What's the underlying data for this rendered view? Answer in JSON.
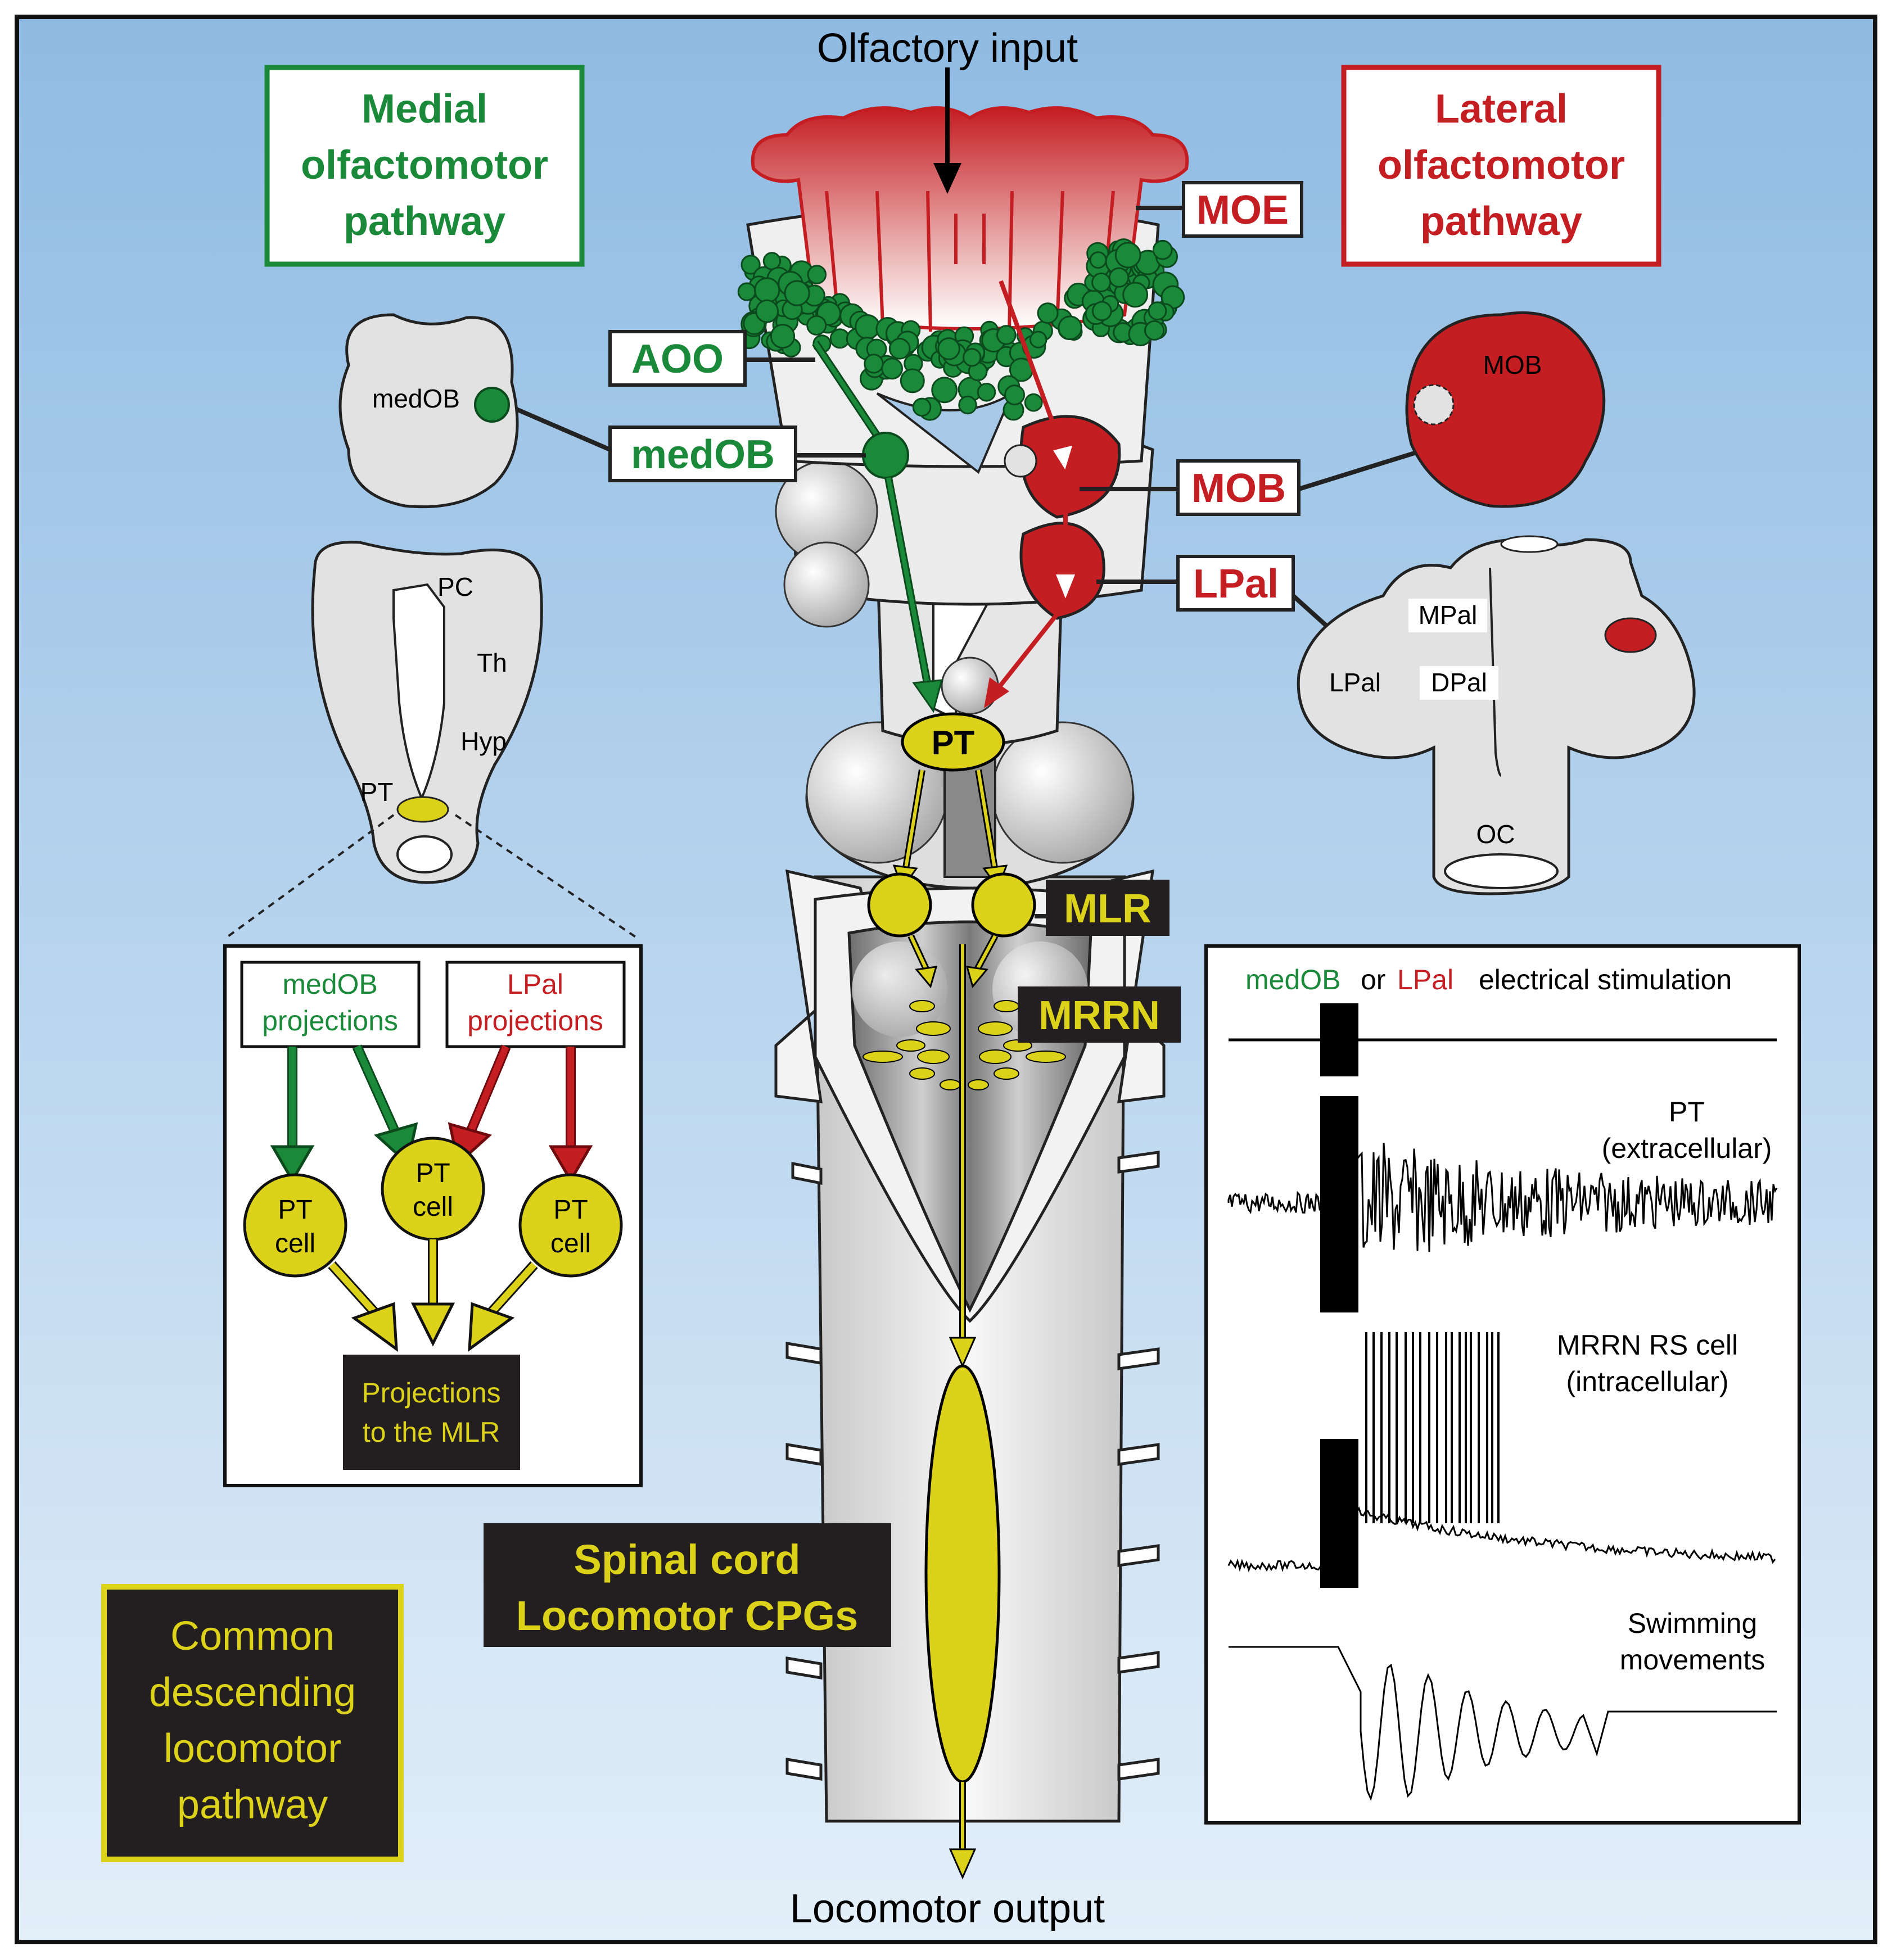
{
  "colors": {
    "background_top": "#8fbbe3",
    "background_bottom": "#e3eff9",
    "medial_green": "#1a8a3a",
    "lateral_red": "#c41e23",
    "locomotor_yellow": "#ddd21a",
    "label_dark": "#231f20",
    "tissue_grey": "#e2e2e2"
  },
  "labels": {
    "olfactory_input": "Olfactory input",
    "locomotor_output": "Locomotor output",
    "medial_title": [
      "Medial",
      "olfactomotor",
      "pathway"
    ],
    "lateral_title": [
      "Lateral",
      "olfactomotor",
      "pathway"
    ],
    "common_title": [
      "Common",
      "descending",
      "locomotor",
      "pathway"
    ],
    "moe": "MOE",
    "aoo": "AOO",
    "medob": "medOB",
    "mob": "MOB",
    "lpal": "LPal",
    "pt": "PT",
    "mlr": "MLR",
    "mrrn": "MRRN",
    "spinal": [
      "Spinal cord",
      "Locomotor CPGs"
    ]
  },
  "sections": {
    "medob_section_label": "medOB",
    "mob_section_label": "MOB",
    "diencephalon": {
      "pc": "PC",
      "th": "Th",
      "hyp": "Hyp",
      "pt": "PT"
    },
    "telencephalon": {
      "mpal": "MPal",
      "dpal": "DPal",
      "lpal": "LPal",
      "oc": "OC"
    }
  },
  "inset": {
    "medob_projections": [
      "medOB",
      "projections"
    ],
    "lpal_projections": [
      "LPal",
      "projections"
    ],
    "pt_cell": [
      "PT",
      "cell"
    ],
    "projections_mlr": [
      "Projections",
      "to the MLR"
    ]
  },
  "recordings": {
    "stim_medob": "medOB",
    "stim_or": "or",
    "stim_lpal": "LPal",
    "stim_rest": "electrical stimulation",
    "pt": [
      "PT",
      "(extracellular)"
    ],
    "mrrn": [
      "MRRN RS cell",
      "(intracellular)"
    ],
    "swim": [
      "Swimming",
      "movements"
    ]
  }
}
